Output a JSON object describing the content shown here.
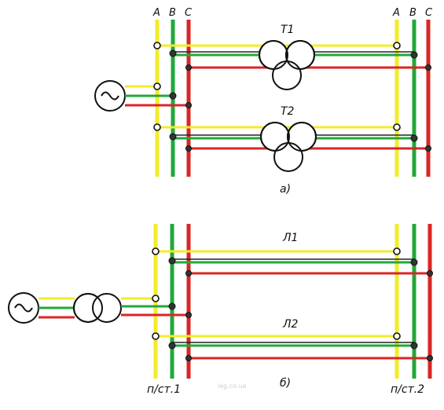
{
  "diagram_a": {
    "bus_left_phases": [
      "A",
      "B",
      "C"
    ],
    "bus_right_phases": [
      "A",
      "B",
      "C"
    ],
    "transformer_1": "T1",
    "transformer_2": "T2",
    "caption": "a)"
  },
  "diagram_b": {
    "line_1": "Л1",
    "line_2": "Л2",
    "substation_left": "п/ст.1",
    "substation_right": "п/ст.2",
    "caption": "б)"
  },
  "watermark": "leg.co.ua",
  "colors": {
    "phase_a": "#f2ec2a",
    "phase_b": "#22a83a",
    "phase_c": "#d92626"
  }
}
